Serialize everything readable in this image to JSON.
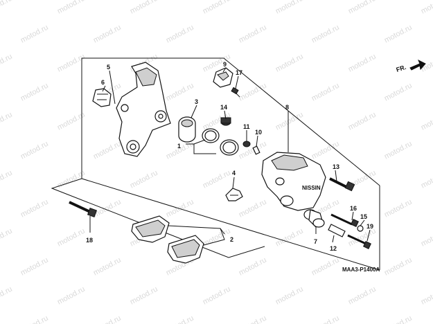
{
  "watermark": "motod.ru",
  "direction": {
    "label": "FR.",
    "icon": "forward-arrow-icon"
  },
  "diagram_code": "MAA3-P1400A",
  "caliper_marking": "NISSIN",
  "callouts": {
    "c1": "1",
    "c2": "2",
    "c3": "3",
    "c4": "4",
    "c5": "5",
    "c6": "6",
    "c7": "7",
    "c8": "8",
    "c9": "9",
    "c10": "10",
    "c11": "11",
    "c12": "12",
    "c13": "13",
    "c14": "14",
    "c15": "15",
    "c16": "16",
    "c17": "17",
    "c18": "18",
    "c19": "19"
  }
}
